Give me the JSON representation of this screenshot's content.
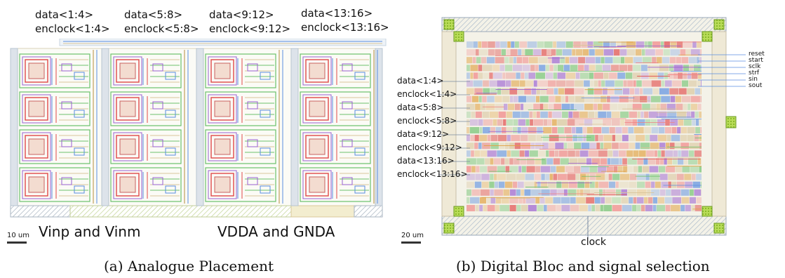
{
  "panel_a": {
    "top_labels": [
      {
        "data": "data<1:4>",
        "enclock": "enclock<1:4>"
      },
      {
        "data": "data<5:8>",
        "enclock": "enclock<5:8>"
      },
      {
        "data": "data<9:12>",
        "enclock": "enclock<9:12>"
      },
      {
        "data": "data<13:16>",
        "enclock": "enclock<13:16>"
      }
    ],
    "bottom_left": "Vinp and Vinm",
    "bottom_right": "VDDA and GNDA",
    "scale": "10 um",
    "caption": "(a) Analogue Placement"
  },
  "panel_b": {
    "left_signals": [
      "data<1:4>",
      "enclock<1:4>",
      "data<5:8>",
      "enclock<5:8>",
      "data<9:12>",
      "enclock<9:12>",
      "data<13:16>",
      "enclock<13:16>"
    ],
    "right_signals": [
      "reset",
      "start",
      "sclk",
      "strf",
      "sin",
      "sout"
    ],
    "bottom_signal": "clock",
    "scale": "20 um",
    "caption": "(b) Digital Bloc and signal selection"
  },
  "colors": {
    "route_red": "#e04848",
    "route_green": "#6cc06c",
    "route_blue": "#5a8ee0",
    "route_tan": "#d8c49a",
    "route_purple": "#9a60d0",
    "pad_green": "#9ccc3c",
    "pad_hatch": "#b8c8d8"
  }
}
